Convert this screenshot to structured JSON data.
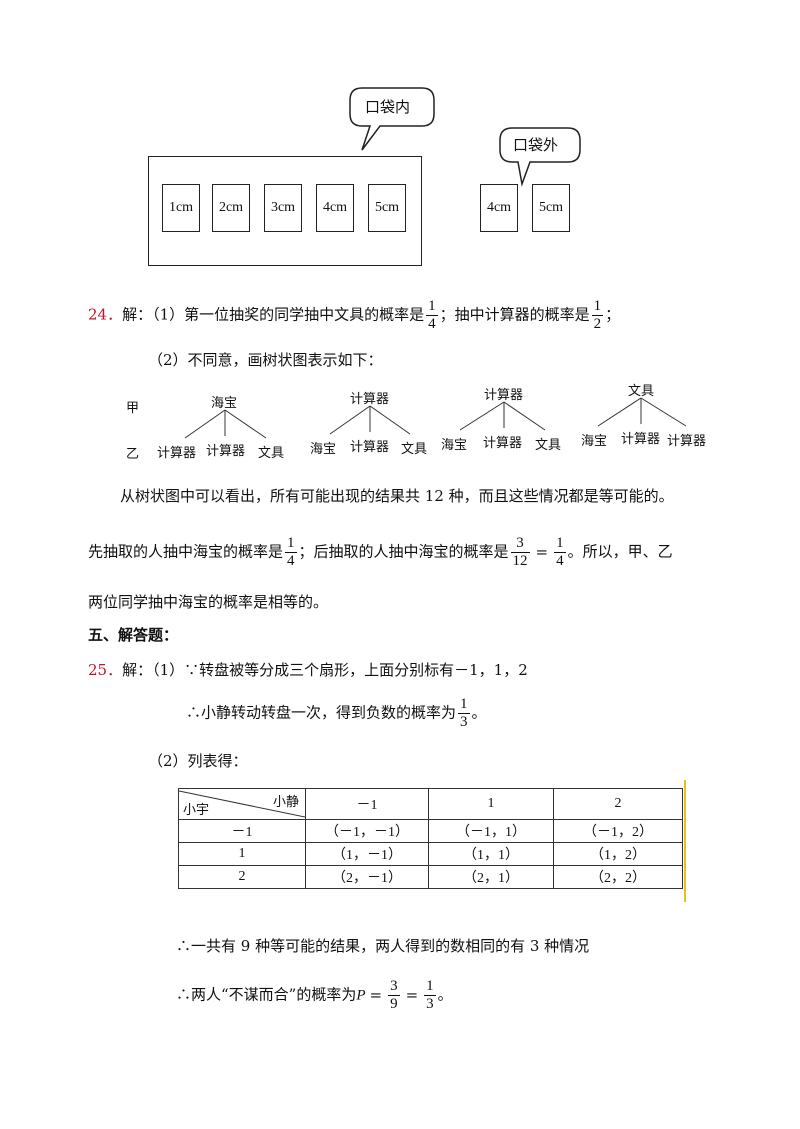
{
  "figure": {
    "bubble_inside": "口袋内",
    "bubble_outside": "口袋外",
    "cards_inside": [
      "1cm",
      "2cm",
      "3cm",
      "4cm",
      "5cm"
    ],
    "cards_outside": [
      "4cm",
      "5cm"
    ]
  },
  "q24": {
    "num": "24．",
    "lead": "解：（1）第一位抽奖的同学抽中文具的概率是",
    "f1n": "1",
    "f1d": "4",
    "mid": "；抽中计算器的概率是",
    "f2n": "1",
    "f2d": "2",
    "end": "；",
    "p2": "（2）不同意，画树状图表示如下：",
    "jia": "甲",
    "yi": "乙",
    "trees": [
      {
        "root": "海宝",
        "leaves": [
          "计算器",
          "计算器",
          "文具"
        ]
      },
      {
        "root": "计算器",
        "leaves": [
          "海宝",
          "计算器",
          "文具"
        ]
      },
      {
        "root": "计算器",
        "leaves": [
          "海宝",
          "计算器",
          "文具"
        ]
      },
      {
        "root": "文具",
        "leaves": [
          "海宝",
          "计算器",
          "计算器"
        ]
      }
    ],
    "line1": "从树状图中可以看出，所有可能出现的结果共 12 种，而且这些情况都是等可能的。",
    "line2a": "先抽取的人抽中海宝的概率是",
    "f3n": "1",
    "f3d": "4",
    "line2b": "；后抽取的人抽中海宝的概率是",
    "f4n": "3",
    "f4d": "12",
    "eq": "=",
    "f5n": "1",
    "f5d": "4",
    "line2c": "。所以，甲、乙",
    "line3": "两位同学抽中海宝的概率是相等的。"
  },
  "section": "五、解答题：",
  "q25": {
    "num": "25．",
    "lead": "解：（1）∵转盘被等分成三个扇形，上面分别标有－1，1，2",
    "line1a": "∴小静转动转盘一次，得到负数的概率为",
    "f1n": "1",
    "f1d": "3",
    "line1b": "。",
    "p2": "（2）列表得：",
    "table": {
      "corner_top": "小静",
      "corner_bottom": "小宇",
      "headers": [
        "－1",
        "1",
        "2"
      ],
      "rows": [
        {
          "label": "－1",
          "cells": [
            "（－1，－1）",
            "（－1，1）",
            "（－1，2）"
          ]
        },
        {
          "label": "1",
          "cells": [
            "（1，－1）",
            "（1，1）",
            "（1，2）"
          ]
        },
        {
          "label": "2",
          "cells": [
            "（2，－1）",
            "（2，1）",
            "（2，2）"
          ]
        }
      ]
    },
    "c1": "∴一共有 9 种等可能的结果，两人得到的数相同的有 3 种情况",
    "c2a": "∴两人“不谋而合”的概率为",
    "P": "P",
    "eq": "=",
    "f2n": "3",
    "f2d": "9",
    "f3n": "1",
    "f3d": "3",
    "c2b": "。"
  }
}
